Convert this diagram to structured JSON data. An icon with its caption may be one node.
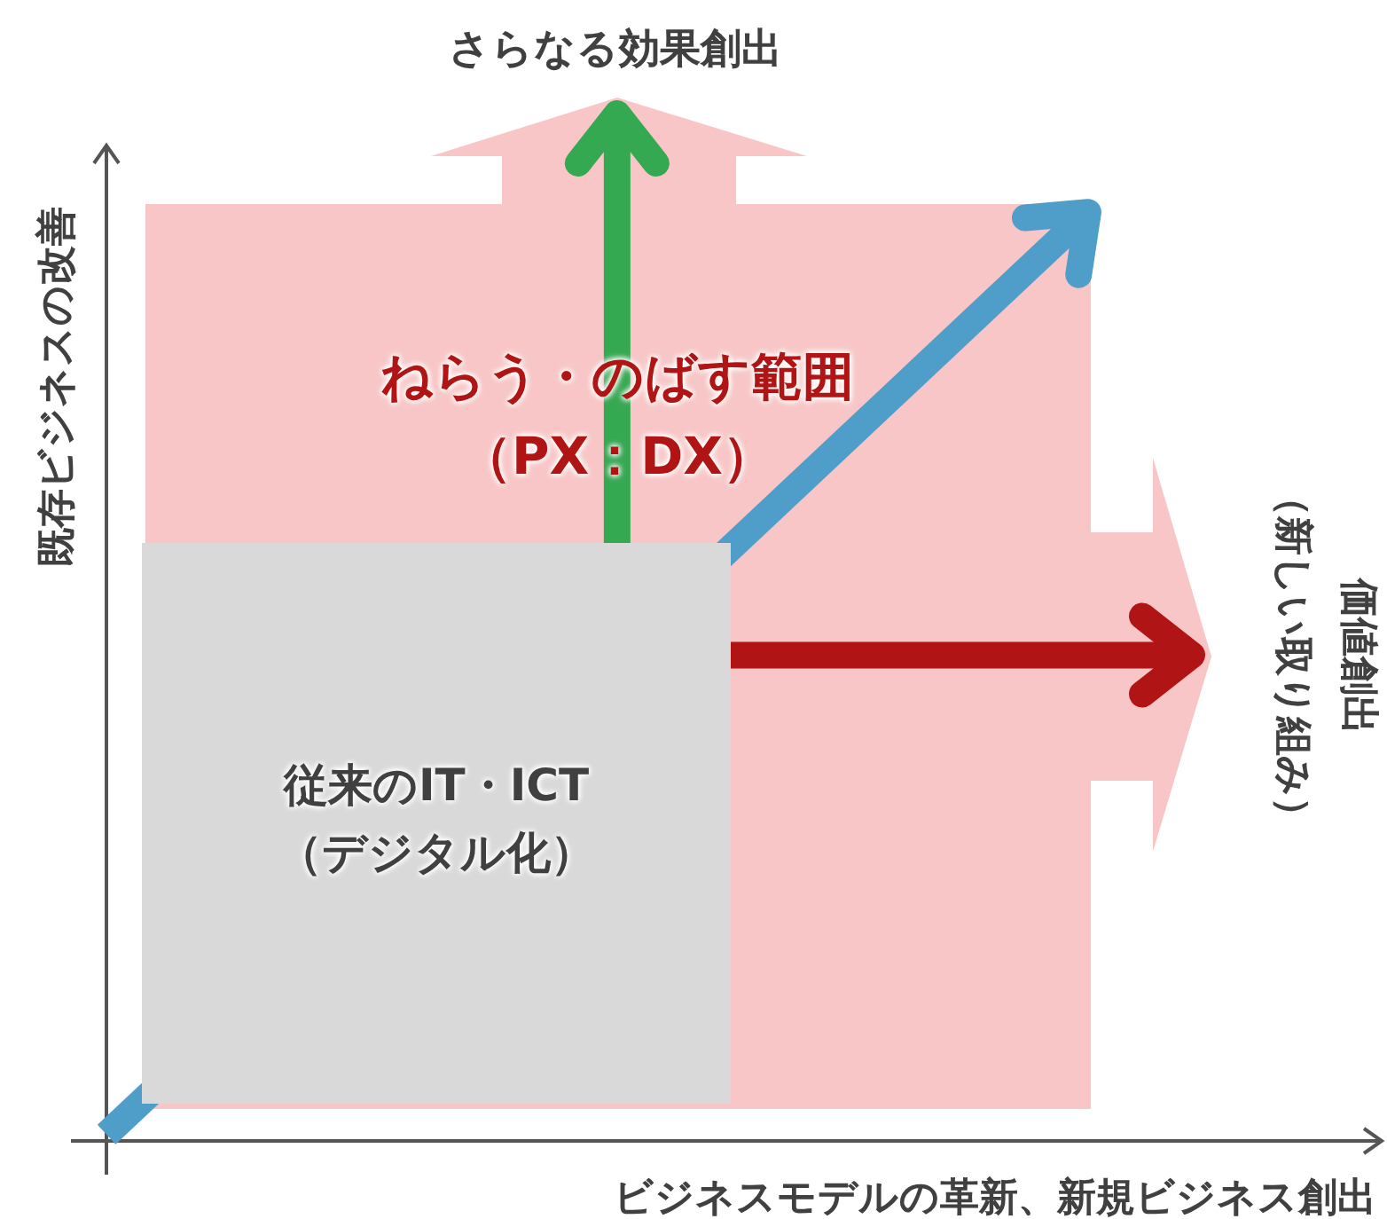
{
  "diagram": {
    "nodes": [
      {
        "text": [
          "ねらう・のばす範囲",
          "（PX：DX）"
        ]
      },
      {
        "text": [
          "従来のIT・ICT",
          "（デジタル化）"
        ],
        "in": 0
      },
      {
        "text": [
          "さらなる効果創出"
        ]
      },
      {
        "text": [
          "価値創出",
          "（新しい取り組み）"
        ]
      }
    ],
    "edges": [
      {
        "from": 1,
        "to": 2,
        "arrow": "to",
        "color": "#35a852"
      },
      {
        "from": 1,
        "to": 3,
        "arrow": "to",
        "color": "#b11414"
      },
      {
        "from": 1,
        "to": null,
        "arrow": "to",
        "color": "#4f9dc9"
      }
    ],
    "labels": [
      "既存ビジネスの改善",
      "ビジネスモデルの革新、新規ビジネス創出"
    ]
  }
}
